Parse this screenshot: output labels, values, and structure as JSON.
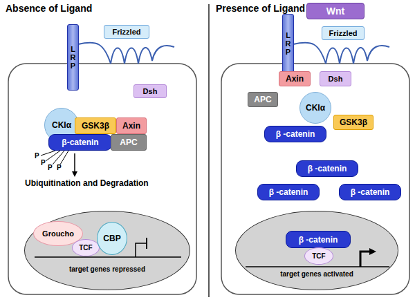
{
  "diagram": {
    "nodes": [
      {
        "text": [
          "LRP"
        ]
      },
      {
        "text": [
          "Frizzled"
        ]
      },
      {
        "text": [
          "Dsh"
        ]
      },
      {
        "text": [
          "CKIα"
        ]
      },
      {
        "text": [
          "GSK3β"
        ]
      },
      {
        "text": [
          "Axin"
        ]
      },
      {
        "text": [
          "β-catenin"
        ]
      },
      {
        "text": [
          "APC"
        ]
      },
      {
        "text": [
          "target genes repressed"
        ]
      },
      {
        "text": [
          "Groucho"
        ],
        "in": 8
      },
      {
        "text": [
          "TCF"
        ],
        "in": 8
      },
      {
        "text": [
          "CBP"
        ],
        "in": 8
      },
      {
        "text": [
          "Wnt"
        ]
      },
      {
        "text": [
          "LRP"
        ]
      },
      {
        "text": [
          "Frizzled"
        ]
      },
      {
        "text": [
          "Axin"
        ]
      },
      {
        "text": [
          "Dsh"
        ]
      },
      {
        "text": [
          "APC"
        ]
      },
      {
        "text": [
          "CKIα"
        ]
      },
      {
        "text": [
          "GSK3β"
        ]
      },
      {
        "text": [
          "β -catenin"
        ]
      },
      {
        "text": [
          "β -catenin"
        ]
      },
      {
        "text": [
          "β -catenin"
        ]
      },
      {
        "text": [
          "β -catenin"
        ]
      },
      {
        "text": [
          "target genes activated"
        ]
      },
      {
        "text": [
          "β -catenin"
        ],
        "in": 24
      },
      {
        "text": [
          "TCF"
        ],
        "in": 24
      }
    ],
    "labels": [
      "Absence of Ligand",
      "P",
      "P",
      "P",
      "P",
      "Ubiquitination and Degradation",
      "Presence of Ligand"
    ]
  }
}
